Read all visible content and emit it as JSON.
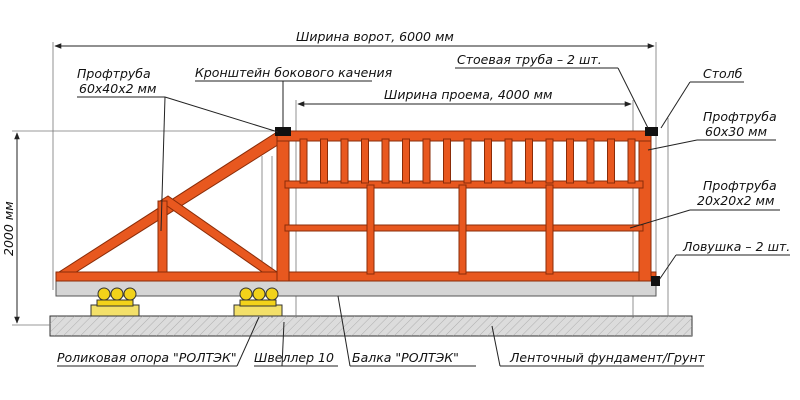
{
  "labels": {
    "gate_width": "Ширина ворот, 6000 мм",
    "opening_width": "Ширина проема, 4000 мм",
    "profile_top_left_l1": "Профтруба",
    "profile_top_left_l2": "60x40x2 мм",
    "bracket": "Кронштейн бокового качения",
    "post_pipe": "Стоевая труба – 2 шт.",
    "pillar": "Столб",
    "profile_right_top_l1": "Профтруба",
    "profile_right_top_l2": "60x30 мм",
    "profile_right_mid_l1": "Профтруба",
    "profile_right_mid_l2": "20x20x2 мм",
    "catcher": "Ловушка – 2 шт.",
    "height": "2000 мм",
    "roller_support": "Роликовая опора \"РОЛТЭК\"",
    "channel": "Швеллер 10",
    "beam": "Балка \"РОЛТЭК\"",
    "foundation": "Ленточный фундамент/Грунт"
  },
  "colors": {
    "frame": "#e8581f",
    "frame_edge": "#8a2c08",
    "beam": "#d5d5d5",
    "foundation": "#dcdcdc",
    "roller": "#f2d21a",
    "roller_base": "#f3e06a",
    "post_cap": "#111111"
  }
}
